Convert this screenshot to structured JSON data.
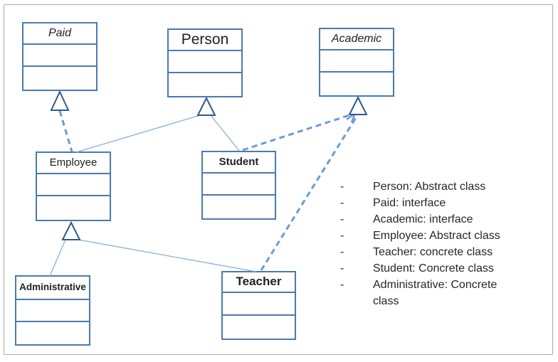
{
  "diagram": {
    "type": "uml-class-diagram",
    "classes": [
      {
        "id": "paid",
        "name": "Paid",
        "kind": "interface"
      },
      {
        "id": "person",
        "name": "Person",
        "kind": "abstract class"
      },
      {
        "id": "academic",
        "name": "Academic",
        "kind": "interface"
      },
      {
        "id": "employee",
        "name": "Employee",
        "kind": "abstract class"
      },
      {
        "id": "student",
        "name": "Student",
        "kind": "concrete class"
      },
      {
        "id": "administrative",
        "name": "Administrative",
        "kind": "concrete class"
      },
      {
        "id": "teacher",
        "name": "Teacher",
        "kind": "concrete class"
      }
    ],
    "relationships": [
      {
        "from": "Employee",
        "to": "Paid",
        "type": "realization",
        "line": "dashed"
      },
      {
        "from": "Employee",
        "to": "Person",
        "type": "generalization",
        "line": "solid"
      },
      {
        "from": "Student",
        "to": "Person",
        "type": "generalization",
        "line": "solid"
      },
      {
        "from": "Student",
        "to": "Academic",
        "type": "realization",
        "line": "dashed"
      },
      {
        "from": "Teacher",
        "to": "Academic",
        "type": "realization",
        "line": "dashed"
      },
      {
        "from": "Administrative",
        "to": "Employee",
        "type": "generalization",
        "line": "solid"
      },
      {
        "from": "Teacher",
        "to": "Employee",
        "type": "generalization",
        "line": "solid"
      }
    ]
  },
  "legend": {
    "bullet": "-",
    "items": [
      "Person: Abstract class",
      "Paid: interface",
      "Academic: interface",
      "Employee: Abstract class",
      "Teacher: concrete class",
      "Student: Concrete class",
      "Administrative: Concrete class"
    ]
  },
  "colors": {
    "box_border": "#4a7ab2",
    "triangle_stroke": "#30588f",
    "solid_connector": "#8ab0d9",
    "dashed_connector": "#6b9bd2",
    "text": "#1f1f1f",
    "frame": "#a9a9a9"
  }
}
